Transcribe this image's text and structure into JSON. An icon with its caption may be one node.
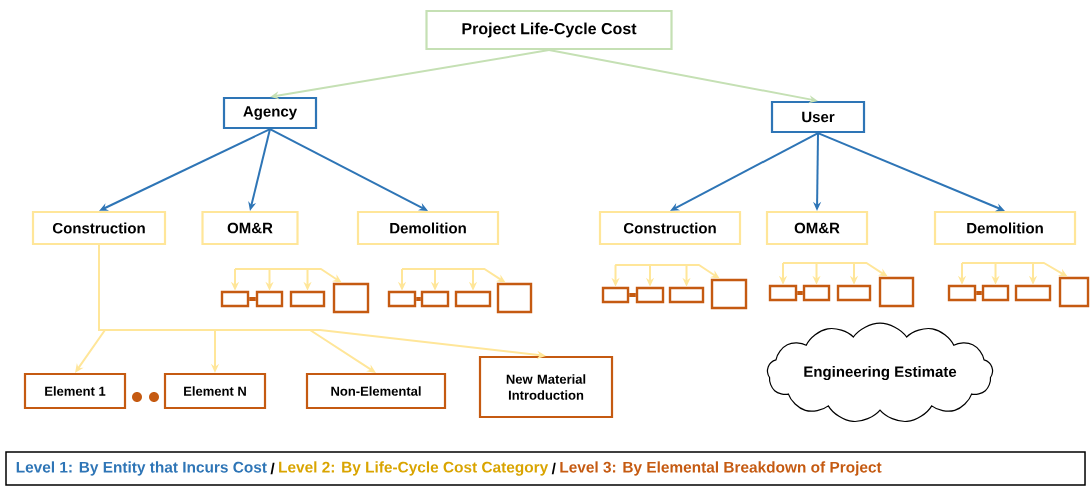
{
  "diagram": {
    "nodes": [
      {
        "text": [
          "Project Life-Cycle Cost"
        ]
      },
      {
        "text": [
          "Agency"
        ]
      },
      {
        "text": [
          "User"
        ]
      },
      {
        "text": [
          "Construction"
        ]
      },
      {
        "text": [
          "OM&R"
        ]
      },
      {
        "text": [
          "Demolition"
        ]
      },
      {
        "text": [
          "Construction"
        ]
      },
      {
        "text": [
          "OM&R"
        ]
      },
      {
        "text": [
          "Demolition"
        ]
      },
      {
        "text": [
          "Element 1"
        ]
      },
      {
        "text": [
          "Element N"
        ]
      },
      {
        "text": [
          "Non-Elemental"
        ]
      },
      {
        "text": [
          "New Material Introduction"
        ]
      },
      {
        "text": [
          "Engineering Estimate"
        ]
      },
      {
        "text": [],
        "shape": "box"
      },
      {
        "text": [],
        "shape": "box"
      },
      {
        "text": [],
        "shape": "box"
      },
      {
        "text": [],
        "shape": "box"
      },
      {
        "text": [],
        "shape": "box"
      },
      {
        "text": [],
        "shape": "box"
      },
      {
        "text": [],
        "shape": "box"
      },
      {
        "text": [],
        "shape": "box"
      },
      {
        "text": [],
        "shape": "box"
      },
      {
        "text": [],
        "shape": "box"
      },
      {
        "text": [],
        "shape": "box"
      },
      {
        "text": [],
        "shape": "box"
      },
      {
        "text": [],
        "shape": "box"
      },
      {
        "text": [],
        "shape": "box"
      },
      {
        "text": [],
        "shape": "box"
      },
      {
        "text": [],
        "shape": "box"
      },
      {
        "text": [],
        "shape": "box"
      },
      {
        "text": [],
        "shape": "box"
      },
      {
        "text": [],
        "shape": "box"
      },
      {
        "text": [],
        "shape": "box"
      }
    ],
    "edges": [
      {
        "from": 0,
        "to": 1,
        "arrow": "to",
        "color": "#c5e0b4"
      },
      {
        "from": 0,
        "to": 2,
        "arrow": "to",
        "color": "#c5e0b4"
      },
      {
        "from": 1,
        "to": 3,
        "arrow": "to",
        "color": "#2e75b6"
      },
      {
        "from": 1,
        "to": 4,
        "arrow": "to",
        "color": "#2e75b6"
      },
      {
        "from": 1,
        "to": 5,
        "arrow": "to",
        "color": "#2e75b6"
      },
      {
        "from": 2,
        "to": 6,
        "arrow": "to",
        "color": "#2e75b6"
      },
      {
        "from": 2,
        "to": 7,
        "arrow": "to",
        "color": "#2e75b6"
      },
      {
        "from": 2,
        "to": 8,
        "arrow": "to",
        "color": "#2e75b6"
      },
      {
        "from": 3,
        "to": 9,
        "arrow": "to"
      },
      {
        "from": 3,
        "to": 10,
        "arrow": "to"
      },
      {
        "from": 3,
        "to": 11,
        "arrow": "to"
      },
      {
        "from": 3,
        "to": 12,
        "arrow": "to"
      },
      {
        "from": null,
        "to": 14,
        "arrow": "to"
      },
      {
        "from": null,
        "to": 15,
        "arrow": "to"
      },
      {
        "from": null,
        "to": 16,
        "arrow": "to"
      },
      {
        "from": null,
        "to": 17,
        "arrow": "to"
      },
      {
        "from": null,
        "to": 18,
        "arrow": "to"
      },
      {
        "from": null,
        "to": 19,
        "arrow": "to"
      },
      {
        "from": null,
        "to": 20,
        "arrow": "to"
      },
      {
        "from": null,
        "to": 21,
        "arrow": "to"
      },
      {
        "from": null,
        "to": 22,
        "arrow": "to"
      },
      {
        "from": null,
        "to": 23,
        "arrow": "to"
      },
      {
        "from": null,
        "to": 24,
        "arrow": "to"
      },
      {
        "from": null,
        "to": 25,
        "arrow": "to"
      },
      {
        "from": null,
        "to": 26,
        "arrow": "to"
      },
      {
        "from": null,
        "to": 27,
        "arrow": "to"
      },
      {
        "from": null,
        "to": 28,
        "arrow": "to"
      },
      {
        "from": null,
        "to": 29,
        "arrow": "to"
      },
      {
        "from": null,
        "to": 30,
        "arrow": "to"
      },
      {
        "from": null,
        "to": 31,
        "arrow": "to"
      },
      {
        "from": null,
        "to": 32,
        "arrow": "to"
      },
      {
        "from": null,
        "to": 33,
        "arrow": "to"
      },
      {
        "from": 14,
        "to": 15,
        "arrow": "none",
        "style": "thick",
        "color": "#c55a11"
      },
      {
        "from": 18,
        "to": 19,
        "arrow": "none",
        "style": "thick",
        "color": "#c55a11"
      },
      {
        "from": 22,
        "to": 23,
        "arrow": "none",
        "style": "thick",
        "color": "#c55a11"
      },
      {
        "from": 26,
        "to": 27,
        "arrow": "none",
        "style": "thick",
        "color": "#c55a11"
      },
      {
        "from": 30,
        "to": 31,
        "arrow": "none",
        "style": "thick",
        "color": "#c55a11"
      }
    ],
    "labels": [
      "/",
      "/"
    ],
    "legend": [
      {
        "text": "Level 1: By Entity that Incurs Cost",
        "color": "#2e75b6"
      },
      {
        "text": "Level 2: By Life-Cycle Cost Category",
        "color": "#d9a400"
      },
      {
        "text": "Level 3: By Elemental Breakdown of Project",
        "color": "#c55a11"
      }
    ]
  }
}
